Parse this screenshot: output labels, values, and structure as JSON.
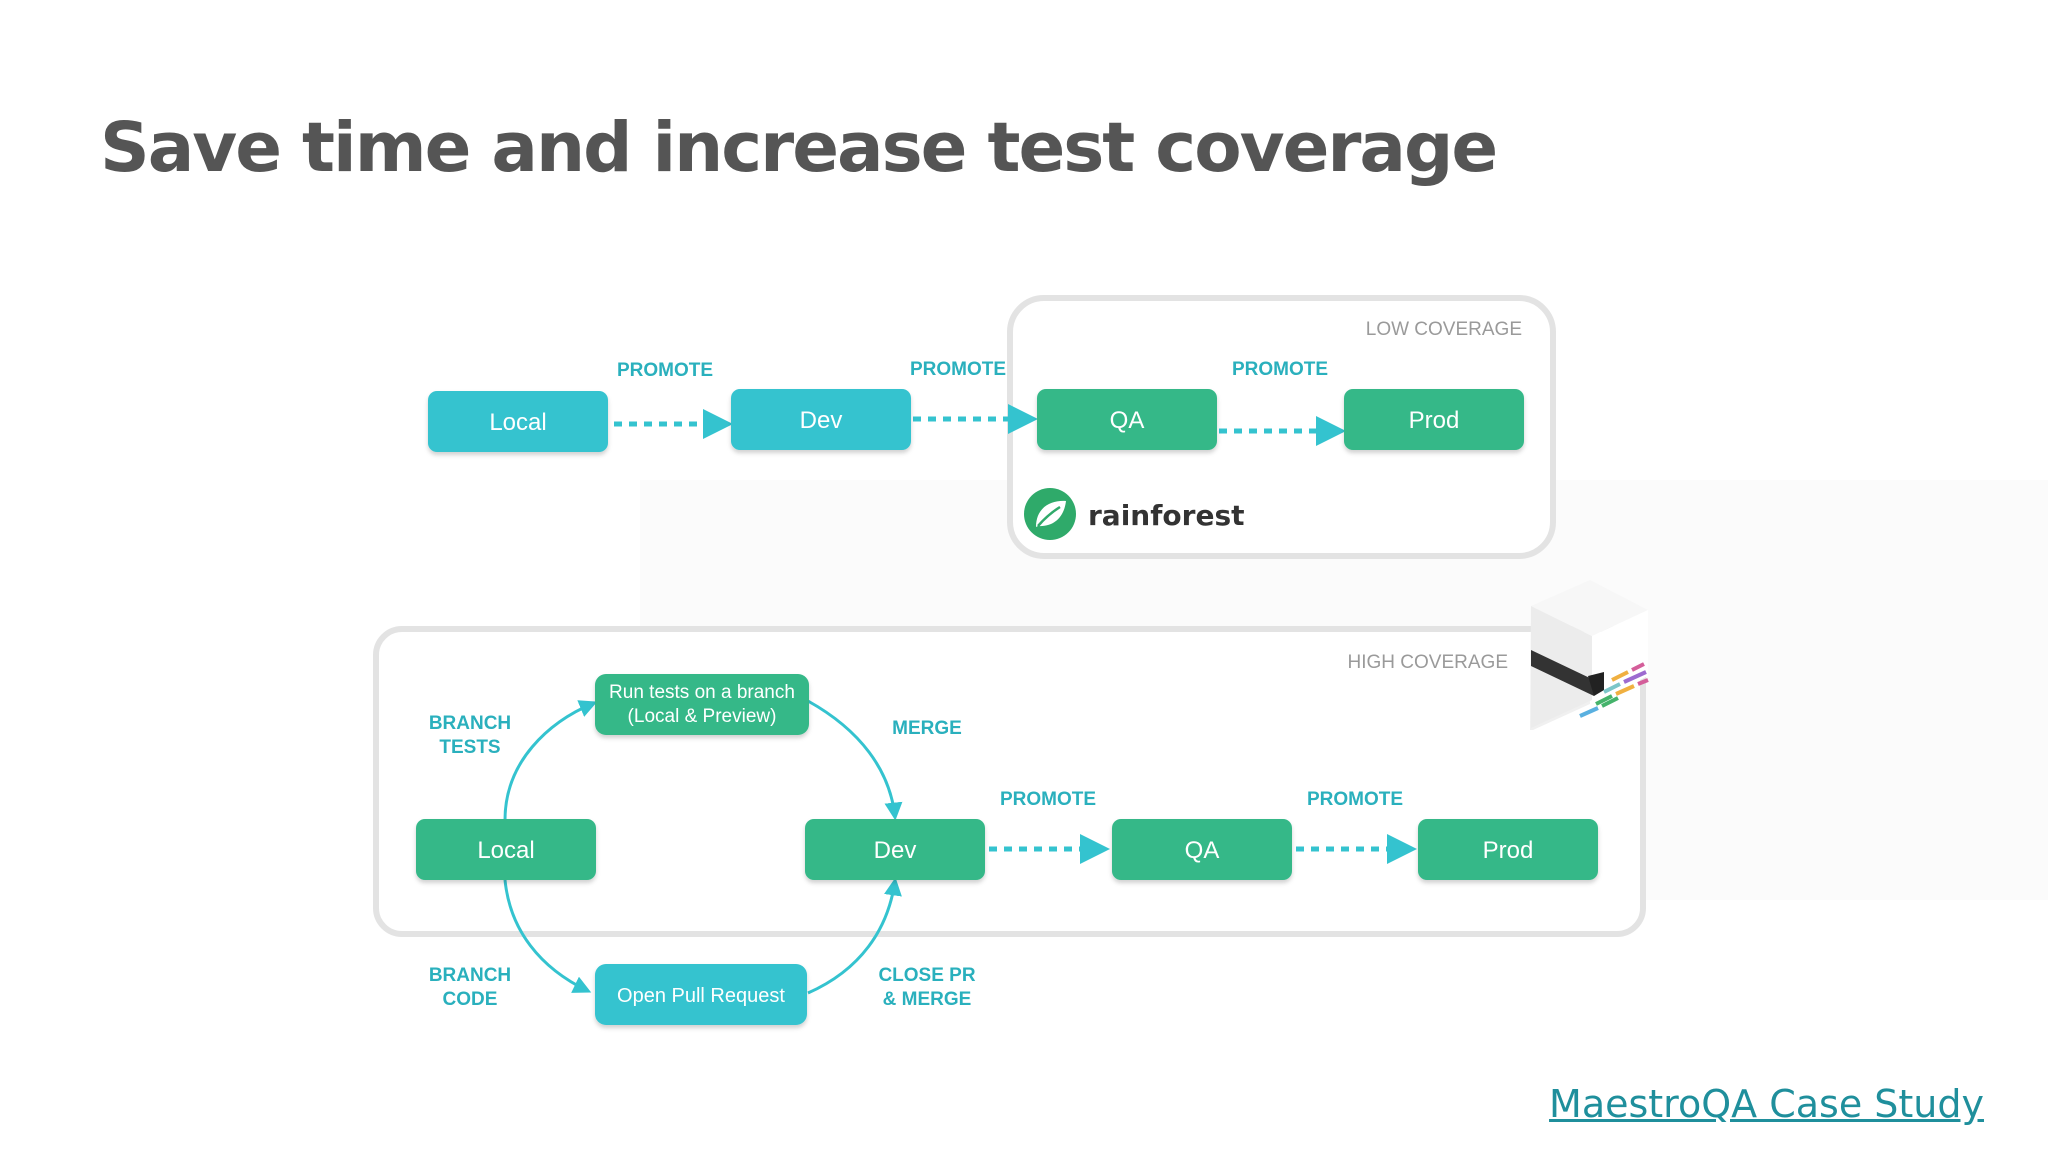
{
  "slide": {
    "title": "Save time and increase test coverage",
    "link_label": "MaestroQA Case Study"
  },
  "colors": {
    "teal": "#34c3cf",
    "green": "#34b888",
    "container_border": "#e3e3e3",
    "label_teal": "#2ab0bd",
    "title": "#555555",
    "link": "#1f8f9c"
  },
  "top_flow": {
    "coverage_label": "LOW COVERAGE",
    "nodes": {
      "local": "Local",
      "dev": "Dev",
      "qa": "QA",
      "prod": "Prod"
    },
    "promote_labels": [
      "PROMOTE",
      "PROMOTE",
      "PROMOTE"
    ],
    "brand": {
      "name": "rainforest",
      "icon": "leaf-icon"
    }
  },
  "bottom_flow": {
    "coverage_label": "HIGH COVERAGE",
    "nodes": {
      "local": "Local",
      "run_tests_line1": "Run tests on a branch",
      "run_tests_line2": "(Local & Preview)",
      "open_pr": "Open Pull Request",
      "dev": "Dev",
      "qa": "QA",
      "prod": "Prod"
    },
    "labels": {
      "branch_tests_line1": "BRANCH",
      "branch_tests_line2": "TESTS",
      "branch_code_line1": "BRANCH",
      "branch_code_line2": "CODE",
      "merge": "MERGE",
      "close_pr_line1": "CLOSE PR",
      "close_pr_line2": "& MERGE"
    },
    "promote_labels": [
      "PROMOTE",
      "PROMOTE"
    ],
    "brand_icon": "cube-logo-icon"
  }
}
